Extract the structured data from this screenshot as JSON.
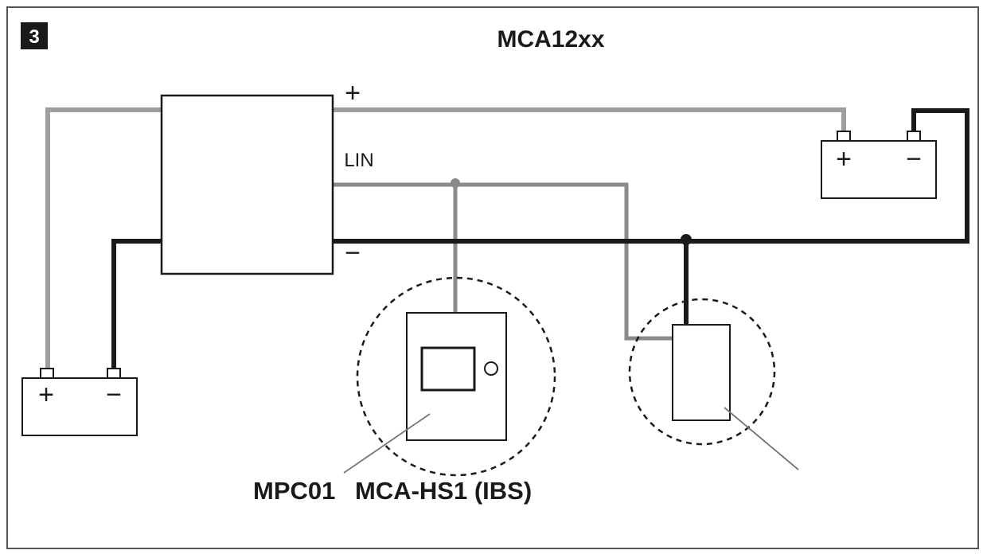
{
  "diagram": {
    "figure_number": "3",
    "title": "MCA12xx",
    "terminal_plus": "+",
    "terminal_minus": "−",
    "lin_label": "LIN",
    "battery_left": {
      "plus": "+",
      "minus": "−"
    },
    "battery_right": {
      "plus": "+",
      "minus": "−"
    },
    "caption_left": "MPC01",
    "caption_right": "MCA-HS1 (IBS)",
    "colors": {
      "positive_wire": "#9e9e9e",
      "negative_wire": "#1a1a1a",
      "lin_wire": "#8a8a8a",
      "outline": "#1a1a1a"
    }
  }
}
